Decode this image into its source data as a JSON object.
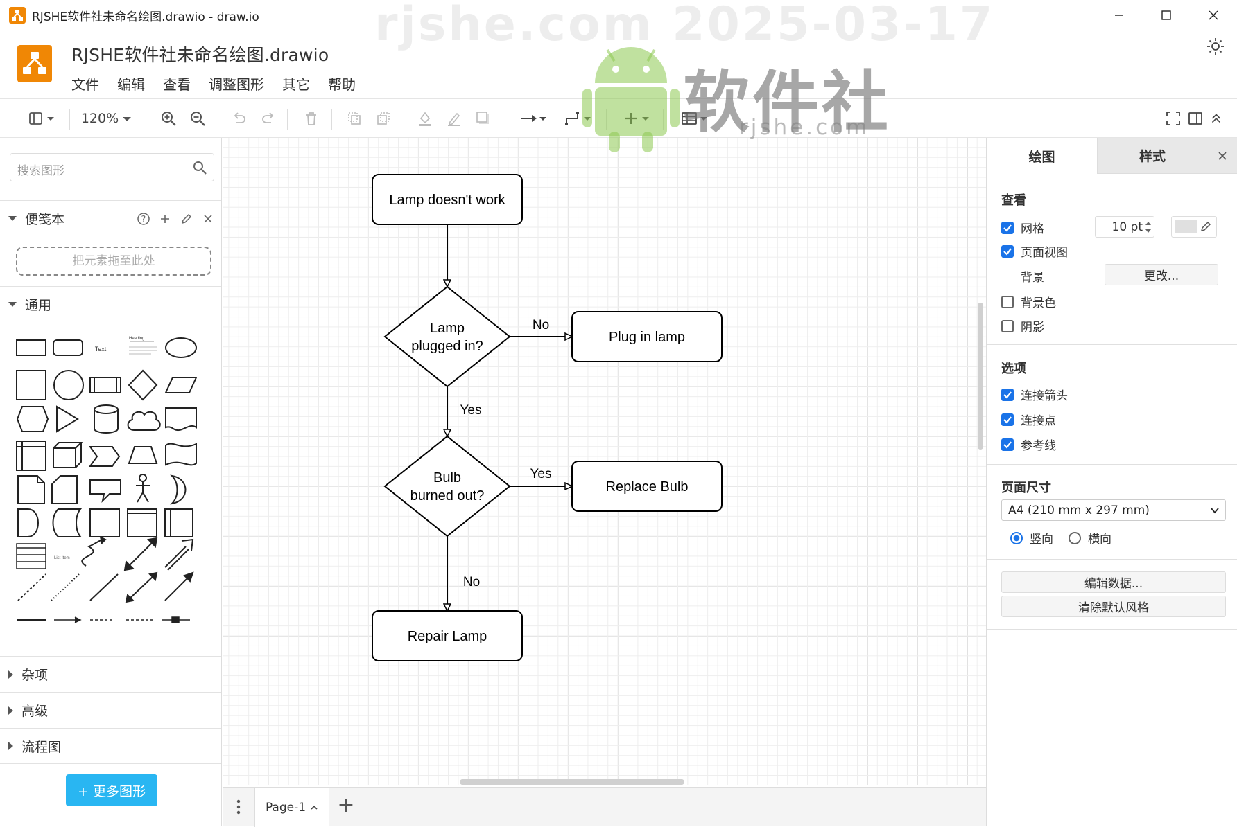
{
  "window": {
    "title": "RJSHE软件社未命名绘图.drawio - draw.io"
  },
  "header": {
    "file_title": "RJSHE软件社未命名绘图.drawio",
    "menu": [
      "文件",
      "编辑",
      "查看",
      "调整图形",
      "其它",
      "帮助"
    ]
  },
  "toolbar": {
    "zoom": "120%"
  },
  "sidebar": {
    "search_placeholder": "搜索图形",
    "scratchpad_label": "便笺本",
    "dropzone_text": "把元素拖至此处",
    "general_label": "通用",
    "sections": [
      "杂项",
      "高级",
      "流程图"
    ],
    "more_shapes": "+ 更多图形",
    "shape_texts": {
      "text": "Text",
      "heading": "Heading",
      "list_item": "List Item"
    }
  },
  "diagram": {
    "nodes": [
      {
        "id": "lamp_doesnt_work",
        "lines": [
          "Lamp doesn't work"
        ]
      },
      {
        "id": "lamp_plugged_in",
        "lines": [
          "Lamp",
          "plugged in?"
        ]
      },
      {
        "id": "plug_in_lamp",
        "lines": [
          "Plug in lamp"
        ]
      },
      {
        "id": "bulb_burned_out",
        "lines": [
          "Bulb",
          "burned out?"
        ]
      },
      {
        "id": "replace_bulb",
        "lines": [
          "Replace Bulb"
        ]
      },
      {
        "id": "repair_lamp",
        "lines": [
          "Repair Lamp"
        ]
      }
    ],
    "edges": [
      {
        "from": "lamp_doesnt_work",
        "to": "lamp_plugged_in",
        "label": ""
      },
      {
        "from": "lamp_plugged_in",
        "to": "plug_in_lamp",
        "label": "No"
      },
      {
        "from": "lamp_plugged_in",
        "to": "bulb_burned_out",
        "label": "Yes"
      },
      {
        "from": "bulb_burned_out",
        "to": "replace_bulb",
        "label": "Yes"
      },
      {
        "from": "bulb_burned_out",
        "to": "repair_lamp",
        "label": "No"
      }
    ]
  },
  "pages": {
    "current": "Page-1"
  },
  "format_panel": {
    "tabs": [
      "绘图",
      "样式"
    ],
    "view_heading": "查看",
    "grid_label": "网格",
    "grid_size": "10 pt",
    "page_view_label": "页面视图",
    "background_label": "背景",
    "change_button": "更改...",
    "bg_color_label": "背景色",
    "shadow_label": "阴影",
    "options_heading": "选项",
    "connection_arrows": "连接箭头",
    "connection_points": "连接点",
    "guides": "参考线",
    "page_size_heading": "页面尺寸",
    "page_size_value": "A4 (210 mm x 297 mm)",
    "portrait": "竖向",
    "landscape": "横向",
    "edit_data": "编辑数据...",
    "clear_style": "清除默认风格",
    "checks": {
      "grid": true,
      "page_view": true,
      "bg_color": false,
      "shadow": false,
      "connection_arrows": true,
      "connection_points": true,
      "guides": true
    },
    "orientation": "portrait"
  },
  "watermark": {
    "date": "rjshe.com 2025-03-17",
    "brand": "软件社",
    "site": "rjshe.com"
  },
  "colors": {
    "accent": "#1a73e8",
    "drawio_orange": "#f08705",
    "more_button": "#29b6f2"
  }
}
